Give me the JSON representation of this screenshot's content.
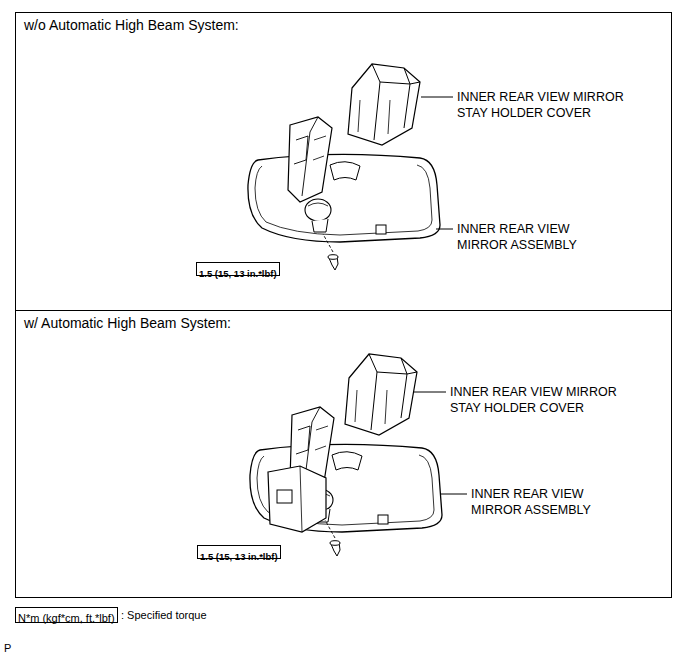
{
  "diagram": {
    "nodes": [
      {
        "text": [
          "w/o Automatic High Beam System:"
        ]
      },
      {
        "text": [
          "1.5 (15, 13 in.*lbf)"
        ],
        "in": 0
      },
      {
        "text": [
          "w/ Automatic High Beam System:"
        ]
      },
      {
        "text": [
          "1.5 (15, 13 in.*lbf)"
        ],
        "in": 2
      },
      {
        "text": [
          "N*m (kgf*cm, ft.*lbf)"
        ]
      }
    ],
    "labels": [
      "INNER REAR VIEW MIRROR STAY HOLDER COVER",
      "INNER REAR VIEW MIRROR ASSEMBLY",
      "INNER REAR VIEW MIRROR STAY HOLDER COVER",
      "INNER REAR VIEW MIRROR ASSEMBLY",
      ": Specified torque",
      "P"
    ]
  }
}
